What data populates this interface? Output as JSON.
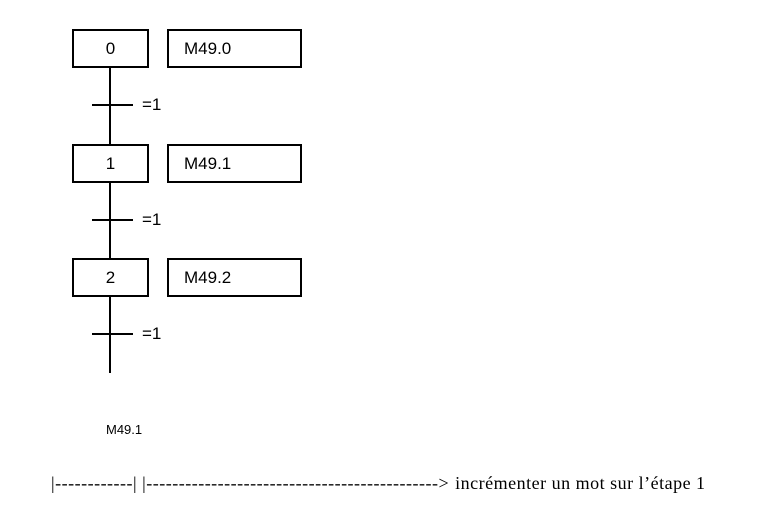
{
  "grafcet": {
    "steps": [
      {
        "number": "0",
        "action": "M49.0"
      },
      {
        "number": "1",
        "action": "M49.1"
      },
      {
        "number": "2",
        "action": "M49.2"
      }
    ],
    "transitions": [
      {
        "condition": "=1"
      },
      {
        "condition": "=1"
      },
      {
        "condition": "=1"
      }
    ]
  },
  "ladder": {
    "contact_label": "M49.1",
    "rung_ascii": "|------------| |--------------------------------------------->",
    "comment": "incrémenter un mot sur l’étape 1"
  },
  "colors": {
    "foreground": "#000000",
    "background": "#ffffff"
  }
}
